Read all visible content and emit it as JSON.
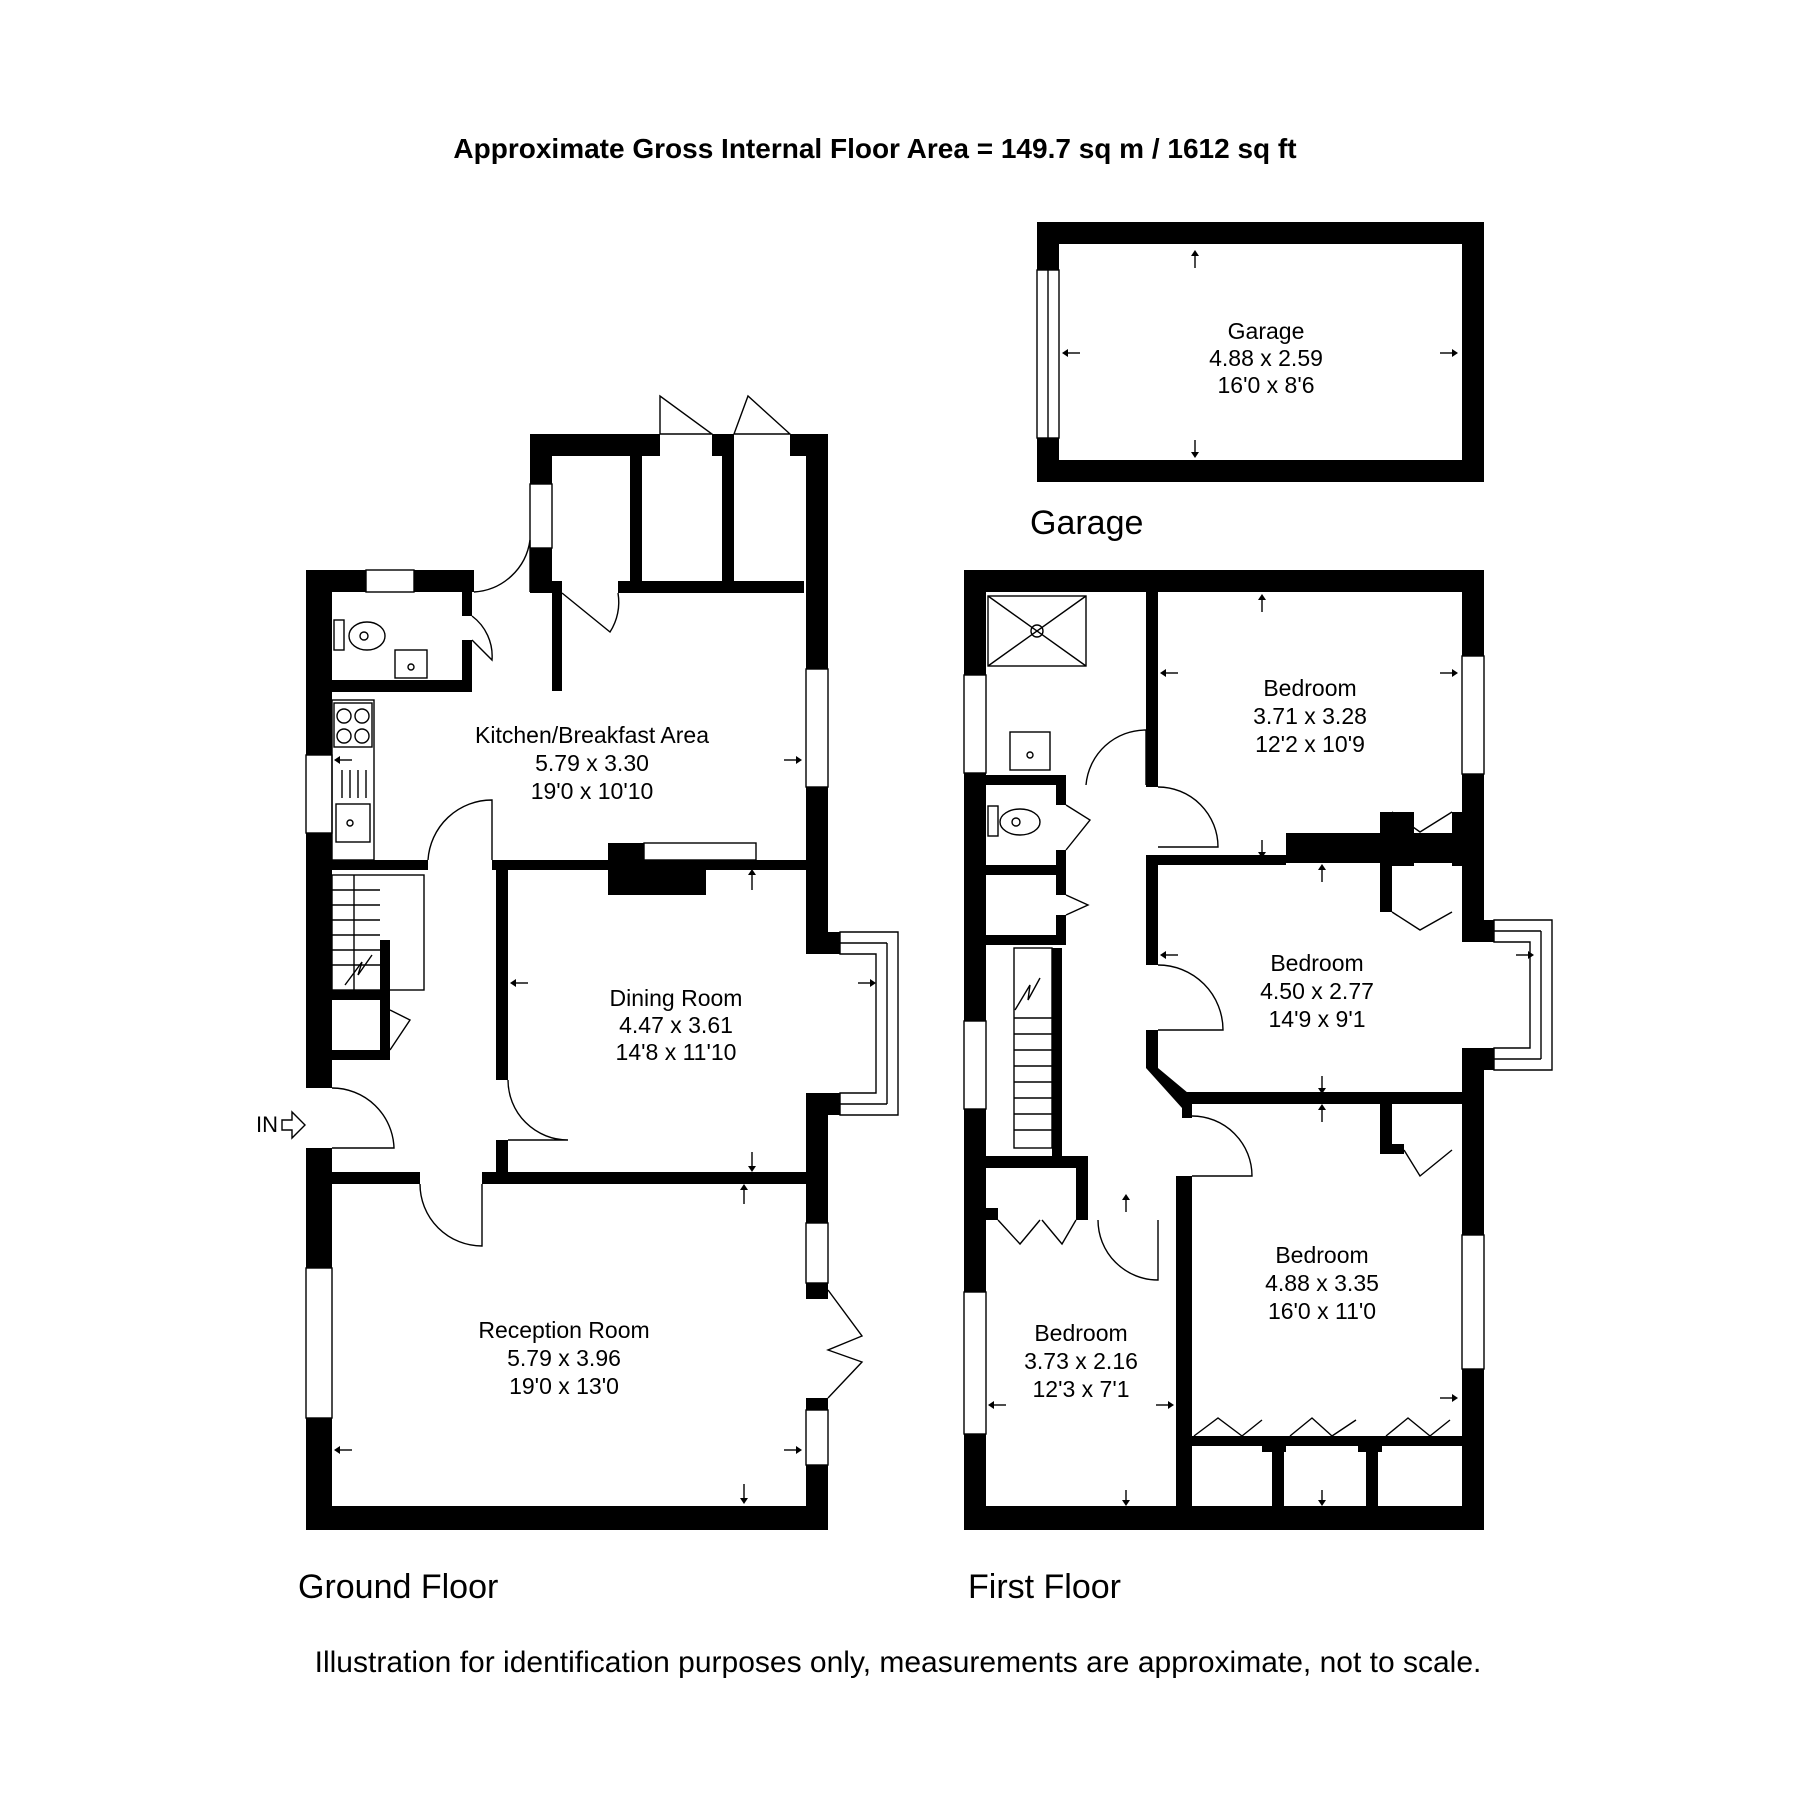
{
  "header": {
    "area_text": "Approximate Gross Internal Floor Area  = 149.7 sq m  / 1612 sq ft"
  },
  "garage": {
    "label": "Garage",
    "room": {
      "name": "Garage",
      "metric": "4.88 x 2.59",
      "imperial": "16'0 x 8'6"
    }
  },
  "ground_floor": {
    "label": "Ground Floor",
    "entry_label": "IN",
    "rooms": [
      {
        "name": "Kitchen/Breakfast Area",
        "metric": "5.79 x 3.30",
        "imperial": "19'0 x 10'10"
      },
      {
        "name": "Dining Room",
        "metric": "4.47 x 3.61",
        "imperial": "14'8 x 11'10"
      },
      {
        "name": "Reception Room",
        "metric": "5.79 x 3.96",
        "imperial": "19'0 x 13'0"
      }
    ]
  },
  "first_floor": {
    "label": "First Floor",
    "rooms": [
      {
        "name": "Bedroom",
        "metric": "3.71 x 3.28",
        "imperial": "12'2 x 10'9"
      },
      {
        "name": "Bedroom",
        "metric": "4.50 x 2.77",
        "imperial": "14'9 x 9'1"
      },
      {
        "name": "Bedroom",
        "metric": "4.88 x 3.35",
        "imperial": "16'0 x 11'0"
      },
      {
        "name": "Bedroom",
        "metric": "3.73 x 2.16",
        "imperial": "12'3 x 7'1"
      }
    ]
  },
  "footer": {
    "disclaimer": "Illustration for identification purposes only, measurements are approximate, not to scale."
  }
}
